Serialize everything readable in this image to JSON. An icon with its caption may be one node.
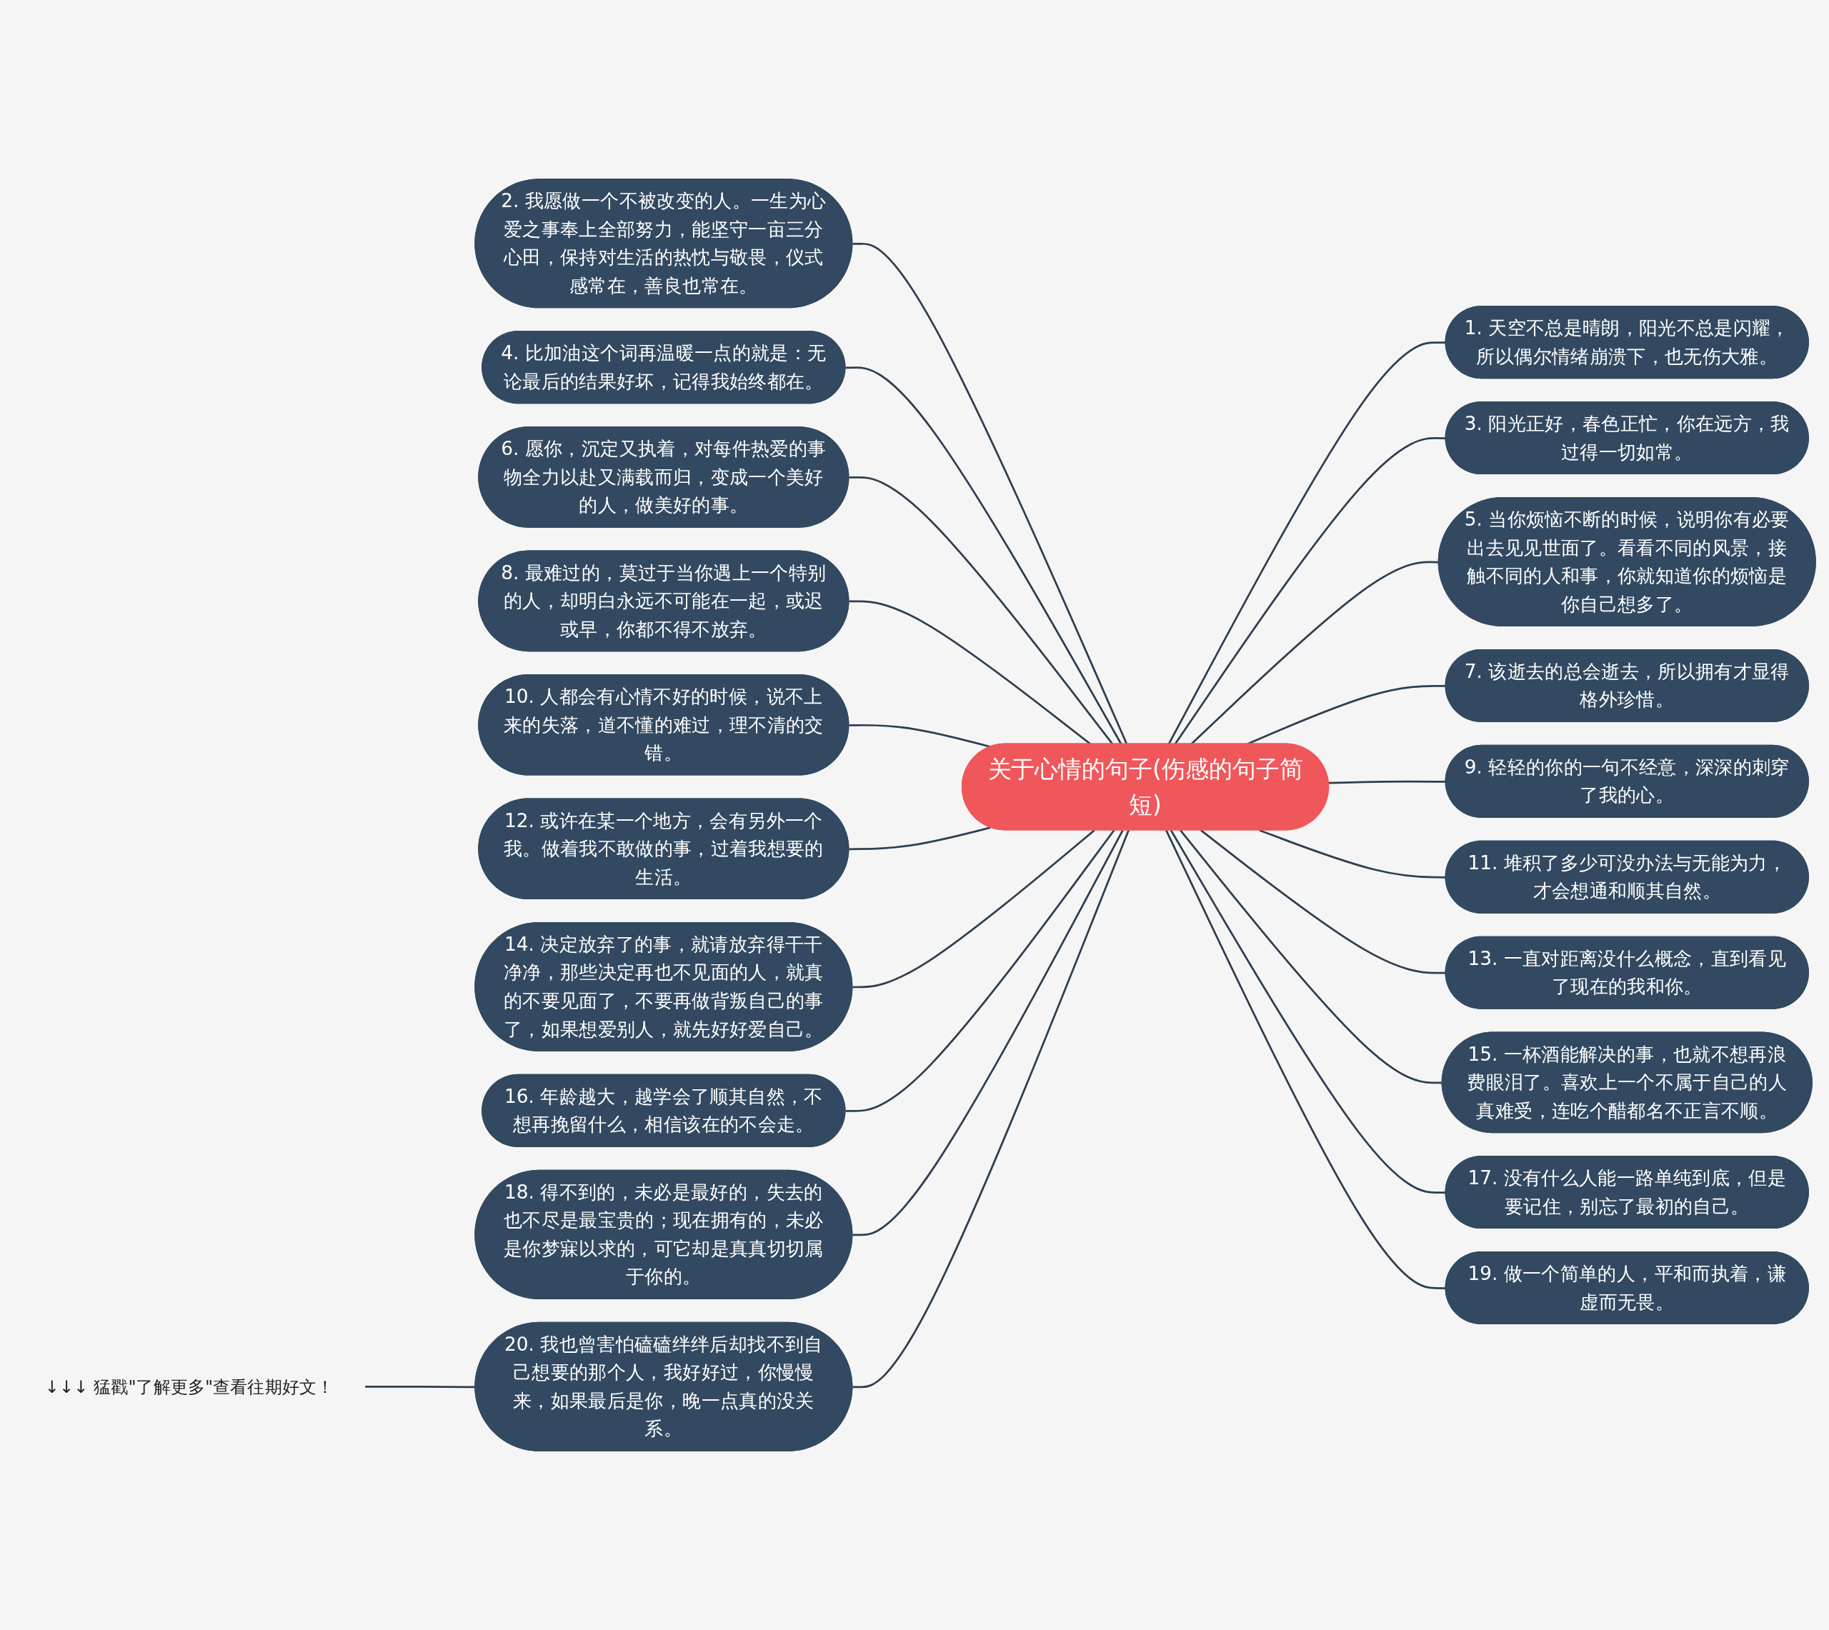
{
  "diagram": {
    "nodes": [
      {
        "text": [
          "关于心情的句子(伤感的句子简短)"
        ]
      },
      {
        "text": [
          "1. 天空不总是晴朗，阳光不总是闪耀，所以偶尔情绪崩溃下，也无伤大雅。"
        ]
      },
      {
        "text": [
          "2. 我愿做一个不被改变的人。一生为心爱之事奉上全部努力，能坚守一亩三分心田，保持对生活的热忱与敬畏，仪式感常在，善良也常在。"
        ]
      },
      {
        "text": [
          "3. 阳光正好，春色正忙，你在远方，我过得一切如常。"
        ]
      },
      {
        "text": [
          "4. 比加油这个词再温暖一点的就是：无论最后的结果好坏，记得我始终都在。"
        ]
      },
      {
        "text": [
          "5. 当你烦恼不断的时候，说明你有必要出去见见世面了。看看不同的风景，接触不同的人和事，你就知道你的烦恼是你自己想多了。"
        ]
      },
      {
        "text": [
          "6. 愿你，沉定又执着，对每件热爱的事物全力以赴又满载而归，变成一个美好的人，做美好的事。"
        ]
      },
      {
        "text": [
          "7. 该逝去的总会逝去，所以拥有才显得格外珍惜。"
        ]
      },
      {
        "text": [
          "8. 最难过的，莫过于当你遇上一个特别的人，却明白永远不可能在一起，或迟或早，你都不得不放弃。"
        ]
      },
      {
        "text": [
          "9. 轻轻的你的一句不经意，深深的刺穿了我的心。"
        ]
      },
      {
        "text": [
          "10. 人都会有心情不好的时候，说不上来的失落，道不懂的难过，理不清的交错。"
        ]
      },
      {
        "text": [
          "11. 堆积了多少可没办法与无能为力，才会想通和顺其自然。"
        ]
      },
      {
        "text": [
          "12. 或许在某一个地方，会有另外一个我。做着我不敢做的事，过着我想要的生活。"
        ]
      },
      {
        "text": [
          "13. 一直对距离没什么概念，直到看见了现在的我和你。"
        ]
      },
      {
        "text": [
          "14. 决定放弃了的事，就请放弃得干干净净，那些决定再也不见面的人，就真的不要见面了，不要再做背叛自己的事了，如果想爱别人，就先好好爱自己。"
        ]
      },
      {
        "text": [
          "15. 一杯酒能解决的事，也就不想再浪费眼泪了。喜欢上一个不属于自己的人真难受，连吃个醋都名不正言不顺。"
        ]
      },
      {
        "text": [
          "16. 年龄越大，越学会了顺其自然，不想再挽留什么，相信该在的不会走。"
        ]
      },
      {
        "text": [
          "17. 没有什么人能一路单纯到底，但是要记住，别忘了最初的自己。"
        ]
      },
      {
        "text": [
          "18. 得不到的，未必是最好的，失去的也不尽是最宝贵的；现在拥有的，未必是你梦寐以求的，可它却是真真切切属于你的。"
        ]
      },
      {
        "text": [
          "19. 做一个简单的人，平和而执着，谦虚而无畏。"
        ]
      },
      {
        "text": [
          "20. 我也曾害怕磕磕绊绊后却找不到自己想要的那个人，我好好过，你慢慢来，如果最后是你，晚一点真的没关系。"
        ]
      },
      {
        "text": [
          "↓↓↓ 猛戳\"了解更多\"查看往期好文！"
        ]
      }
    ],
    "edges": [
      {
        "from": 0,
        "to": 1,
        "arrow": "none"
      },
      {
        "from": 2,
        "to": 0,
        "arrow": "none"
      },
      {
        "from": 0,
        "to": 3,
        "arrow": "none"
      },
      {
        "from": 4,
        "to": 0,
        "arrow": "none"
      },
      {
        "from": 0,
        "to": 5,
        "arrow": "none"
      },
      {
        "from": 6,
        "to": 0,
        "arrow": "none"
      },
      {
        "from": 0,
        "to": 7,
        "arrow": "none"
      },
      {
        "from": 8,
        "to": 0,
        "arrow": "none"
      },
      {
        "from": 0,
        "to": 9,
        "arrow": "none"
      },
      {
        "from": 10,
        "to": 0,
        "arrow": "none"
      },
      {
        "from": 0,
        "to": 11,
        "arrow": "none"
      },
      {
        "from": 12,
        "to": 0,
        "arrow": "none"
      },
      {
        "from": 0,
        "to": 13,
        "arrow": "none"
      },
      {
        "from": 14,
        "to": 0,
        "arrow": "none"
      },
      {
        "from": 0,
        "to": 15,
        "arrow": "none"
      },
      {
        "from": 16,
        "to": 0,
        "arrow": "none"
      },
      {
        "from": 0,
        "to": 17,
        "arrow": "none"
      },
      {
        "from": 18,
        "to": 0,
        "arrow": "none"
      },
      {
        "from": 0,
        "to": 19,
        "arrow": "none"
      },
      {
        "from": 20,
        "to": 0,
        "arrow": "none"
      },
      {
        "from": 21,
        "to": 20,
        "arrow": "none"
      }
    ]
  }
}
